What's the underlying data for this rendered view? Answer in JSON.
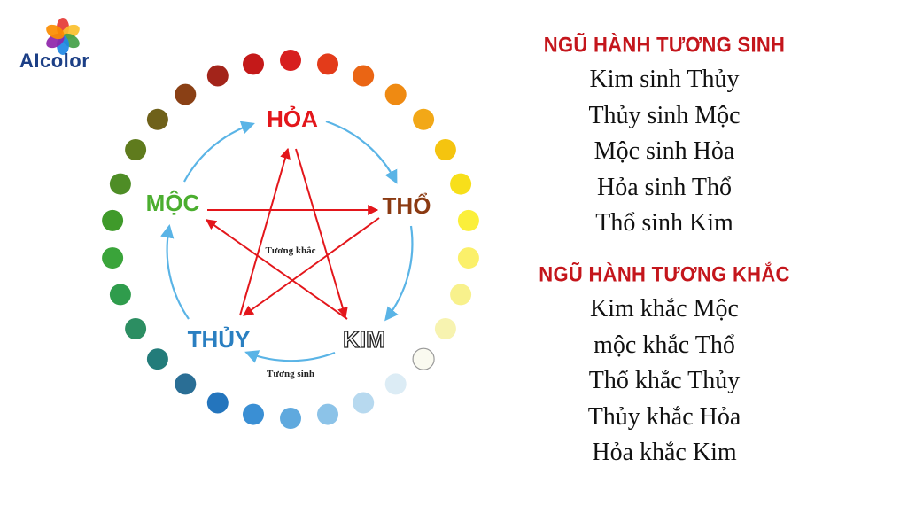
{
  "brand": {
    "name": "AIcolor",
    "petal_colors": [
      "#e53935",
      "#fbc02d",
      "#43a047",
      "#1e88e5",
      "#8e24aa",
      "#fb8c00"
    ]
  },
  "diagram": {
    "center_label": "Tương khắc",
    "bottom_label": "Tương sinh",
    "elements": {
      "hoa": {
        "label": "HỎA",
        "color": "#e3161b"
      },
      "tho": {
        "label": "THỔ",
        "color": "#8b3a12"
      },
      "kim": {
        "label": "KIM",
        "color": "#ffffff"
      },
      "thuy": {
        "label": "THỦY",
        "color": "#2a7fc1"
      },
      "moc": {
        "label": "MỘC",
        "color": "#4bae2f"
      }
    },
    "sinh_arrow_color": "#5ab4e6",
    "khac_arrow_color": "#e3161b",
    "ring_colors": [
      "#d71f1f",
      "#e33b1a",
      "#ea6514",
      "#ef8a12",
      "#f2a817",
      "#f5c40f",
      "#f7df1a",
      "#fbef3b",
      "#fbf06a",
      "#f8f18c",
      "#f7f3b0",
      "#fafaf0",
      "#dcecf5",
      "#b7d9ef",
      "#8cc3e8",
      "#5fa9de",
      "#3a8fd4",
      "#2475bd",
      "#2a6e95",
      "#237c7a",
      "#2c8e62",
      "#2f9c4c",
      "#3aa43a",
      "#3f9a2a",
      "#4e8d26",
      "#5f7b1d",
      "#6f611a",
      "#8a4015",
      "#a3241a",
      "#c41919"
    ]
  },
  "tuong_sinh": {
    "heading": "NGŨ HÀNH TƯƠNG SINH",
    "items": [
      "Kim sinh Thủy",
      "Thủy sinh Mộc",
      "Mộc sinh Hỏa",
      "Hỏa sinh Thổ",
      "Thổ sinh Kim"
    ]
  },
  "tuong_khac": {
    "heading": "NGŨ HÀNH TƯƠNG KHẮC",
    "items": [
      "Kim khắc Mộc",
      "mộc khắc Thổ",
      "Thổ khắc Thủy",
      "Thủy khắc Hỏa",
      "Hỏa khắc Kim"
    ]
  }
}
